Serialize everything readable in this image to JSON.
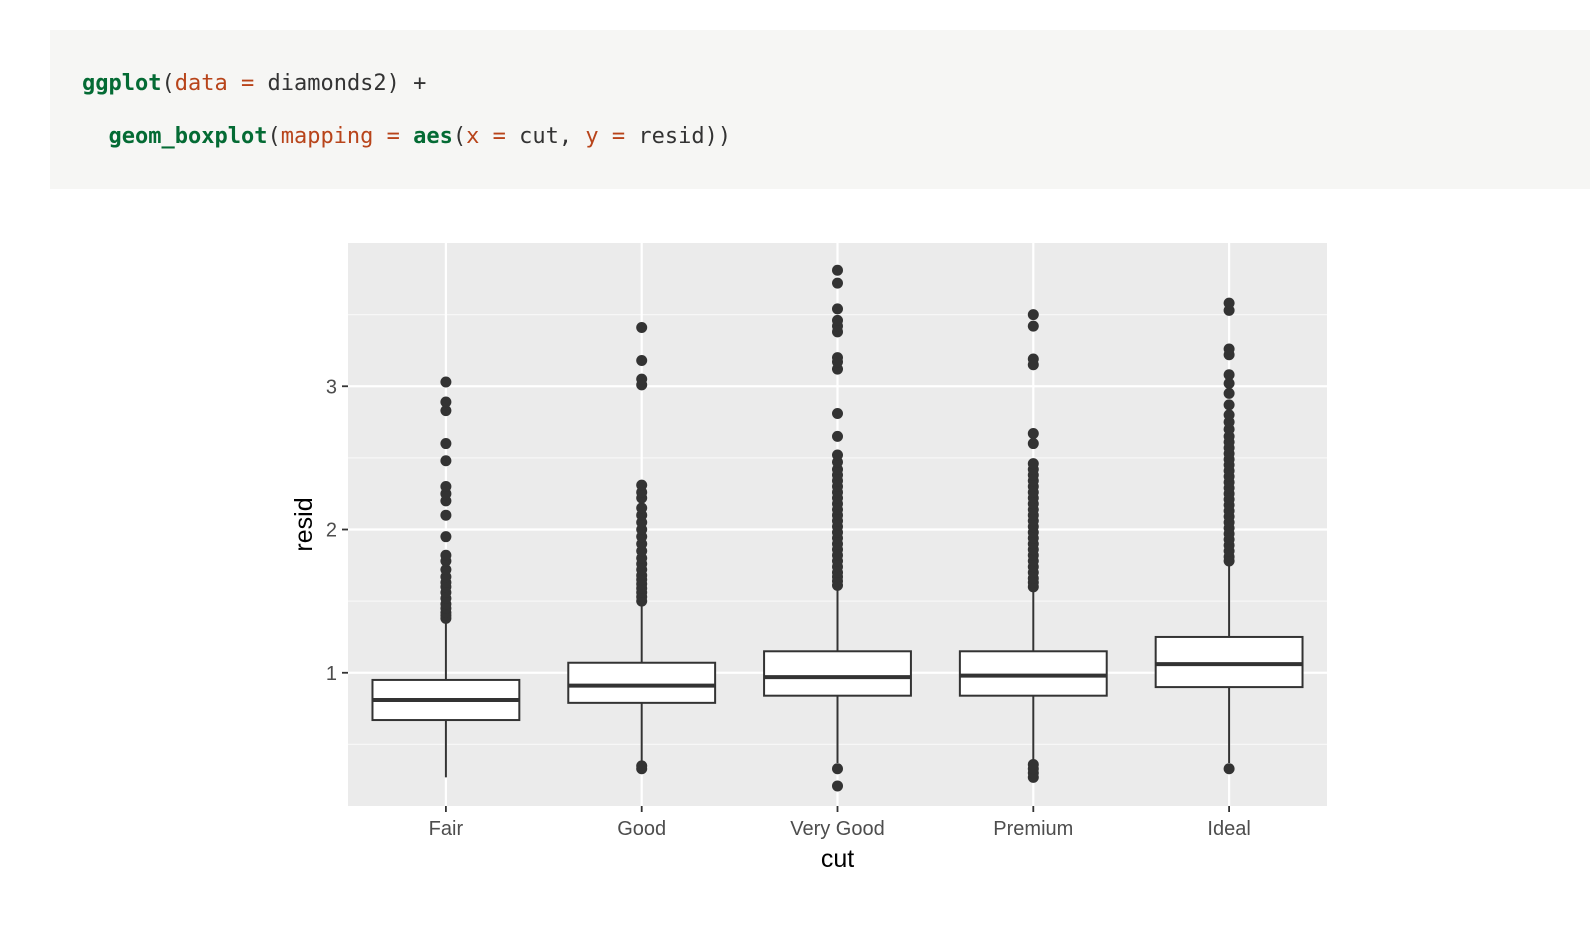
{
  "code": {
    "line1": [
      {
        "t": "ggplot",
        "k": "fn"
      },
      {
        "t": "(",
        "k": "plain"
      },
      {
        "t": "data",
        "k": "arg"
      },
      {
        "t": " = ",
        "k": "op"
      },
      {
        "t": "diamonds2) +",
        "k": "plain"
      }
    ],
    "line2": [
      {
        "t": "  ",
        "k": "plain"
      },
      {
        "t": "geom_boxplot",
        "k": "fn"
      },
      {
        "t": "(",
        "k": "plain"
      },
      {
        "t": "mapping",
        "k": "arg"
      },
      {
        "t": " = ",
        "k": "op"
      },
      {
        "t": "aes",
        "k": "fn"
      },
      {
        "t": "(",
        "k": "plain"
      },
      {
        "t": "x",
        "k": "arg"
      },
      {
        "t": " = ",
        "k": "op"
      },
      {
        "t": "cut, ",
        "k": "plain"
      },
      {
        "t": "y",
        "k": "arg"
      },
      {
        "t": " = ",
        "k": "op"
      },
      {
        "t": "resid))",
        "k": "plain"
      }
    ]
  },
  "colors": {
    "panel_bg": "#ebebeb",
    "grid_major": "#ffffff",
    "grid_minor": "#f7f7f7",
    "box_stroke": "#333333",
    "box_fill": "#ffffff",
    "outlier": "#333333"
  },
  "chart_data": {
    "type": "boxplot",
    "xlabel": "cut",
    "ylabel": "resid",
    "categories": [
      "Fair",
      "Good",
      "Very Good",
      "Premium",
      "Ideal"
    ],
    "y_ticks": [
      1,
      2,
      3
    ],
    "ylim": [
      0.07,
      4.0
    ],
    "grid": true,
    "boxes": [
      {
        "category": "Fair",
        "lower_whisker": 0.27,
        "q1": 0.67,
        "median": 0.81,
        "q3": 0.95,
        "upper_whisker": 1.38,
        "outliers_high": [
          1.38,
          1.4,
          1.42,
          1.45,
          1.48,
          1.52,
          1.56,
          1.6,
          1.63,
          1.67,
          1.72,
          1.78,
          1.82,
          1.95,
          2.1,
          2.2,
          2.25,
          2.3,
          2.48,
          2.6,
          2.83,
          2.89,
          3.03
        ],
        "outliers_low": []
      },
      {
        "category": "Good",
        "lower_whisker": 0.37,
        "q1": 0.79,
        "median": 0.91,
        "q3": 1.07,
        "upper_whisker": 1.5,
        "outliers_high": [
          1.5,
          1.53,
          1.56,
          1.59,
          1.62,
          1.65,
          1.68,
          1.72,
          1.76,
          1.8,
          1.85,
          1.9,
          1.95,
          2.0,
          2.05,
          2.1,
          2.15,
          2.22,
          2.26,
          2.31,
          3.01,
          3.05,
          3.18,
          3.41
        ],
        "outliers_low": [
          0.33,
          0.35
        ]
      },
      {
        "category": "Very Good",
        "lower_whisker": 0.37,
        "q1": 0.84,
        "median": 0.97,
        "q3": 1.15,
        "upper_whisker": 1.61,
        "outliers_high": [
          1.61,
          1.64,
          1.67,
          1.7,
          1.74,
          1.78,
          1.82,
          1.86,
          1.9,
          1.94,
          1.98,
          2.02,
          2.06,
          2.1,
          2.14,
          2.18,
          2.22,
          2.26,
          2.3,
          2.34,
          2.38,
          2.42,
          2.47,
          2.52,
          2.65,
          2.81,
          3.12,
          3.17,
          3.2,
          3.38,
          3.42,
          3.46,
          3.54,
          3.72,
          3.81
        ],
        "outliers_low": [
          0.21,
          0.33
        ]
      },
      {
        "category": "Premium",
        "lower_whisker": 0.37,
        "q1": 0.84,
        "median": 0.98,
        "q3": 1.15,
        "upper_whisker": 1.6,
        "outliers_high": [
          1.6,
          1.63,
          1.66,
          1.7,
          1.74,
          1.78,
          1.82,
          1.86,
          1.9,
          1.94,
          1.98,
          2.02,
          2.06,
          2.1,
          2.14,
          2.18,
          2.22,
          2.26,
          2.3,
          2.34,
          2.38,
          2.42,
          2.46,
          2.6,
          2.67,
          3.15,
          3.19,
          3.42,
          3.5
        ],
        "outliers_low": [
          0.27,
          0.3,
          0.33,
          0.36
        ]
      },
      {
        "category": "Ideal",
        "lower_whisker": 0.37,
        "q1": 0.9,
        "median": 1.06,
        "q3": 1.25,
        "upper_whisker": 1.78,
        "outliers_high": [
          1.78,
          1.81,
          1.85,
          1.89,
          1.93,
          1.97,
          2.01,
          2.05,
          2.09,
          2.13,
          2.17,
          2.21,
          2.25,
          2.29,
          2.33,
          2.37,
          2.41,
          2.45,
          2.49,
          2.53,
          2.57,
          2.61,
          2.65,
          2.7,
          2.75,
          2.8,
          2.87,
          2.95,
          3.02,
          3.08,
          3.22,
          3.26,
          3.53,
          3.58
        ],
        "outliers_low": [
          0.33
        ]
      }
    ]
  }
}
